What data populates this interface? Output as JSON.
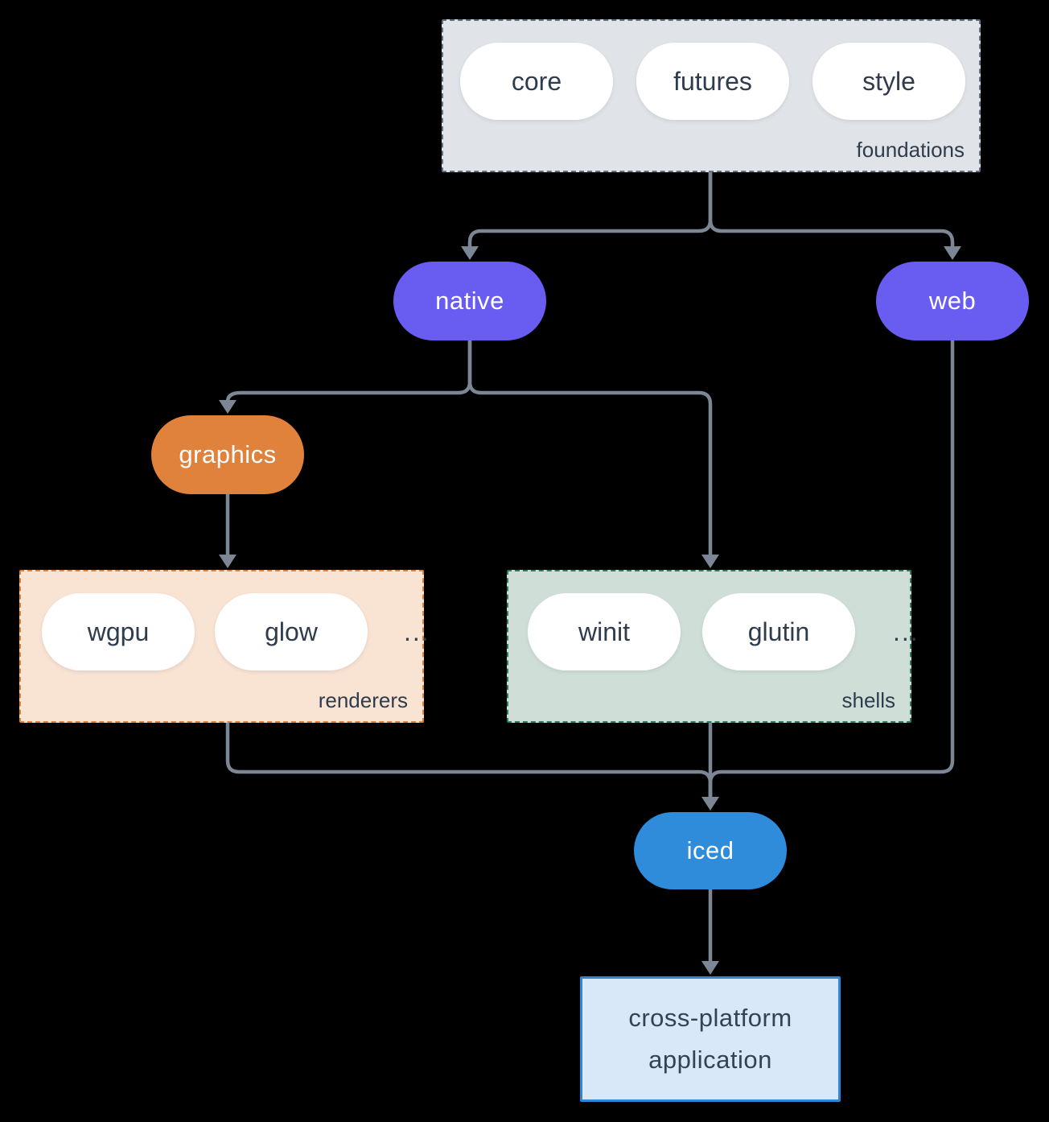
{
  "diagram": {
    "background": "#000000",
    "arrow_color": "#7c8694",
    "groups": {
      "foundations": {
        "label": "foundations",
        "fill": "#e0e4e8",
        "border": "#5f7183",
        "items": [
          "core",
          "futures",
          "style"
        ]
      },
      "renderers": {
        "label": "renderers",
        "fill": "#f9e3d3",
        "border": "#e0813a",
        "items": [
          "wgpu",
          "glow"
        ],
        "ellipsis": "..."
      },
      "shells": {
        "label": "shells",
        "fill": "#cfdfd8",
        "border": "#2e7a5d",
        "items": [
          "winit",
          "glutin"
        ],
        "ellipsis": "..."
      }
    },
    "nodes": {
      "native": {
        "label": "native",
        "fill": "#695cf0",
        "text": "#ffffff"
      },
      "web": {
        "label": "web",
        "fill": "#695cf0",
        "text": "#ffffff"
      },
      "graphics": {
        "label": "graphics",
        "fill": "#e0823c",
        "text": "#ffffff"
      },
      "iced": {
        "label": "iced",
        "fill": "#2e8cdb",
        "text": "#ffffff"
      },
      "application": {
        "label_line1": "cross-platform",
        "label_line2": "application",
        "fill": "#d9e8f8",
        "border": "#2e86d8",
        "text": "#344354"
      }
    }
  }
}
